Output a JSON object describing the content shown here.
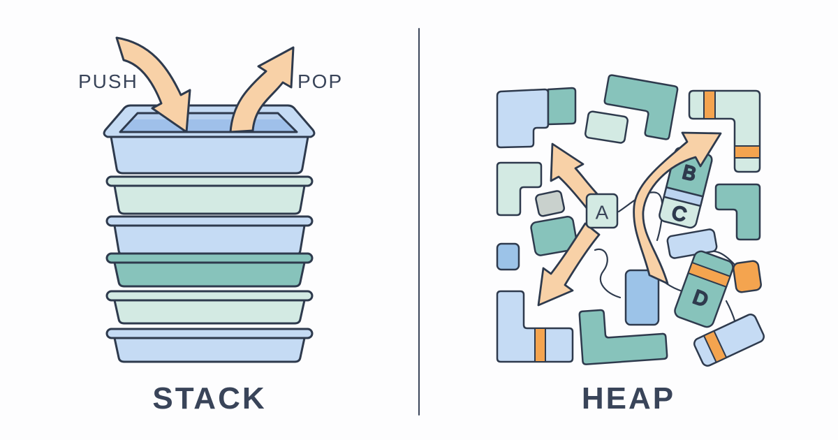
{
  "colors": {
    "background": "#FDFDFE",
    "outline": "#2E3A4D",
    "text": "#394459",
    "peach": "#F8D1A7",
    "blue_light": "#C5DBF4",
    "blue_mid": "#9CC3E8",
    "blue_open": "#9FC0EA",
    "mint": "#D3EAE3",
    "teal": "#87C3BB",
    "gray": "#C9D1CD",
    "orange": "#F4A44F"
  },
  "stack_panel": {
    "push_label": "PUSH",
    "pop_label": "POP",
    "title": "STACK",
    "tray_colors": [
      "blue_light",
      "mint",
      "blue_light",
      "teal",
      "mint",
      "blue_light"
    ]
  },
  "heap_panel": {
    "title": "HEAP",
    "blocks": {
      "a": "A",
      "b": "B",
      "c": "C",
      "d": "D"
    }
  }
}
